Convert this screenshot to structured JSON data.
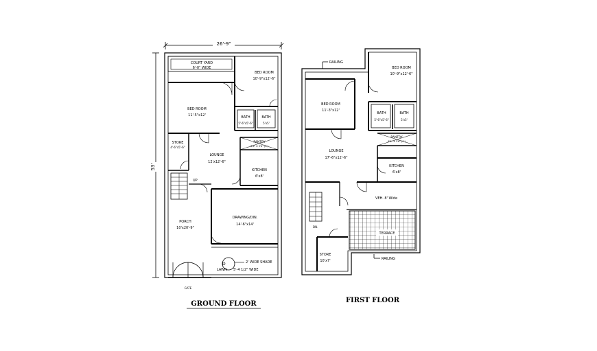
{
  "ground": {
    "title": "GROUND FLOOR",
    "dim_top": "26'-9\"",
    "dim_side": "53'",
    "court_yard": "COURT YARD",
    "court_yard_size": "6'-0\" WIDE",
    "bed1": "BED ROOM",
    "bed1_size": "10'-9\"x12'-6\"",
    "bed2": "BED ROOM",
    "bed2_size": "11'-5\"x12'",
    "bath1": "BATH",
    "bath1_size": "5'-6\"x5'-6\"",
    "bath2": "BATH",
    "bath2_size": "5'x5'",
    "pantry": "PANTRY",
    "pantry_size": "6'6\" X 3'6\" (S.)",
    "store": "STORE",
    "store_size": "4'-6\"x5'-6\"",
    "lounge": "LOUNGE",
    "lounge_size": "12'x12'-6\"",
    "kitchen": "KITCHEN",
    "kitchen_size": "6'x8'",
    "up": "UP",
    "drawing": "DRAWING/DIN.",
    "drawing_size": "14'-6\"x14'",
    "porch": "PORCH",
    "porch_size": "10'x20'-9\"",
    "shade": "2' WIDE SHADE",
    "lawn": "LAWN",
    "lawn_size": "5'-4 1/2\" WIDE",
    "lawn_mark": "D",
    "gate": "GATE"
  },
  "first": {
    "title": "FIRST FLOOR",
    "railing_top": "RAILING",
    "railing_bottom": "RAILING",
    "bed1": "BED ROOM",
    "bed1_size": "10'-9\"x12'-6\"",
    "bed2": "BED ROOM",
    "bed2_size": "11'-3\"x12'",
    "bath1": "BATH",
    "bath1_size": "5'-6\"x5'-6\"",
    "bath2": "BATH",
    "bath2_size": "5'x5'",
    "pantry": "PANTRY",
    "pantry_size": "6'6\" X 3'6\" (S.)",
    "lounge": "LOUNGE",
    "lounge_size": "17'-6\"x12'-6\"",
    "kitchen": "KITCHEN",
    "kitchen_size": "6'x8'",
    "veh": "VEH. 8' Wide",
    "terrace": "TERRACE",
    "dn": "DN.",
    "store": "STORE",
    "store_size": "10'x7'"
  }
}
